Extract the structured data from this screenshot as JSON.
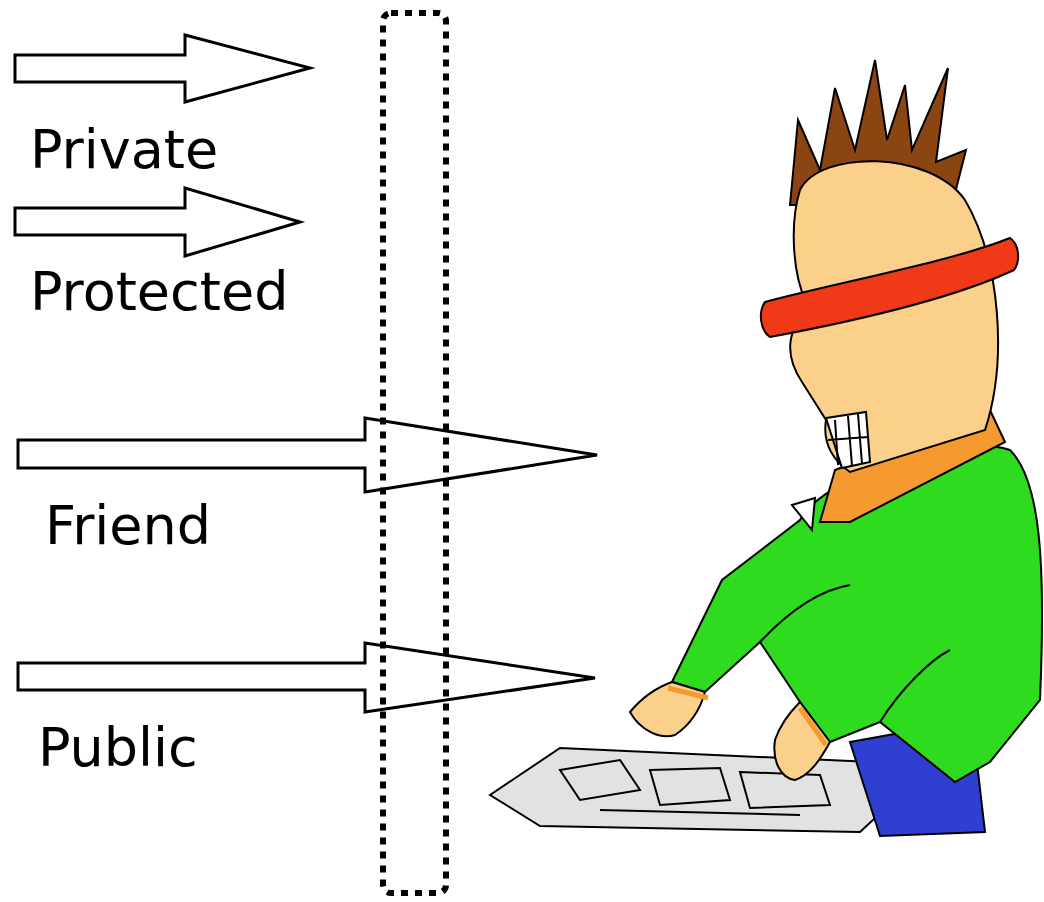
{
  "diagram": {
    "labels": [
      "Private",
      "Protected",
      "Friend",
      "Public"
    ]
  }
}
